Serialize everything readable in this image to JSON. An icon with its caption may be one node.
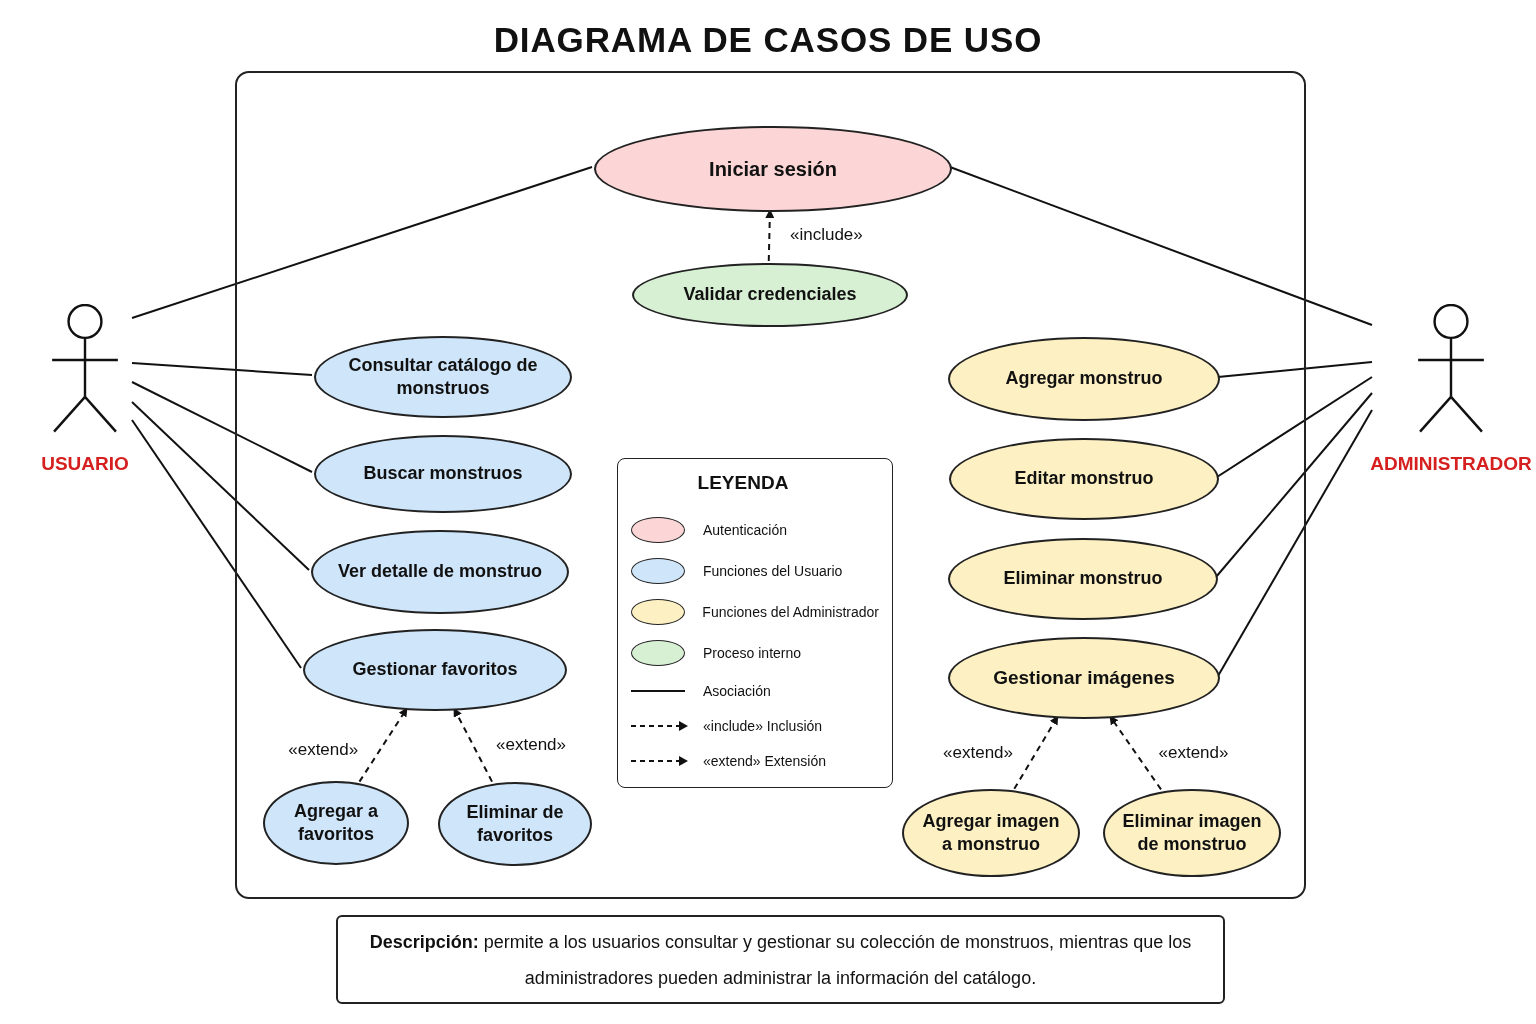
{
  "diagram": {
    "title": "DIAGRAMA DE CASOS DE USO",
    "nodes": [
      {
        "text": [],
        "shape": "box"
      },
      {
        "text": [
          "Iniciar sesión"
        ],
        "in": 0
      },
      {
        "text": [
          "Validar credenciales"
        ],
        "in": 0
      },
      {
        "text": [
          "Consultar catálogo de monstruos"
        ],
        "in": 0
      },
      {
        "text": [
          "Buscar monstruos"
        ],
        "in": 0
      },
      {
        "text": [
          "Ver detalle de monstruo"
        ],
        "in": 0
      },
      {
        "text": [
          "Gestionar favoritos"
        ],
        "in": 0
      },
      {
        "text": [
          "Agregar a favoritos"
        ],
        "in": 0
      },
      {
        "text": [
          "Eliminar de favoritos"
        ],
        "in": 0
      },
      {
        "text": [
          "Agregar monstruo"
        ],
        "in": 0
      },
      {
        "text": [
          "Editar monstruo"
        ],
        "in": 0
      },
      {
        "text": [
          "Eliminar monstruo"
        ],
        "in": 0
      },
      {
        "text": [
          "Gestionar imágenes"
        ],
        "in": 0
      },
      {
        "text": [
          "Agregar imagen a monstruo"
        ],
        "in": 0
      },
      {
        "text": [
          "Eliminar imagen de monstruo"
        ],
        "in": 0
      },
      {
        "text": [
          "USUARIO"
        ]
      },
      {
        "text": [
          "ADMINISTRADOR"
        ]
      },
      {
        "text": [
          "**Descripción:** permite a los usuarios consultar y gestionar su colección de monstruos, mientras que los administradores pueden administrar la información del catálogo."
        ]
      }
    ],
    "edges": [
      {
        "from": 15,
        "to": 1,
        "arrow": "none"
      },
      {
        "from": 15,
        "to": 3,
        "arrow": "none"
      },
      {
        "from": 15,
        "to": 4,
        "arrow": "none"
      },
      {
        "from": 15,
        "to": 5,
        "arrow": "none"
      },
      {
        "from": 15,
        "to": 6,
        "arrow": "none"
      },
      {
        "from": 16,
        "to": 1,
        "arrow": "none"
      },
      {
        "from": 16,
        "to": 9,
        "arrow": "none"
      },
      {
        "from": 16,
        "to": 10,
        "arrow": "none"
      },
      {
        "from": 16,
        "to": 11,
        "arrow": "none"
      },
      {
        "from": 16,
        "to": 12,
        "arrow": "none"
      },
      {
        "from": 2,
        "to": 1,
        "arrow": "to",
        "style": "dashed",
        "label": "«include»"
      },
      {
        "from": 7,
        "to": 6,
        "arrow": "to",
        "style": "dashed",
        "label": "«extend»"
      },
      {
        "from": 8,
        "to": 6,
        "arrow": "to",
        "style": "dashed",
        "label": "«extend»"
      },
      {
        "from": 13,
        "to": 12,
        "arrow": "to",
        "style": "dashed",
        "label": "«extend»"
      },
      {
        "from": 14,
        "to": 12,
        "arrow": "to",
        "style": "dashed",
        "label": "«extend»"
      }
    ],
    "labels": [
      "LEYENDA"
    ],
    "legend": [
      {
        "text": "Autenticación",
        "color": "#fcd6d6"
      },
      {
        "text": "Funciones del Usuario",
        "color": "#cfe6fa"
      },
      {
        "text": "Funciones del Administrador",
        "color": "#fdf1c3"
      },
      {
        "text": "Proceso interno",
        "color": "#d7efd3"
      },
      {
        "text": "Asociación"
      },
      {
        "text": "«include» Inclusión"
      },
      {
        "text": "«extend» Extensión"
      }
    ]
  }
}
